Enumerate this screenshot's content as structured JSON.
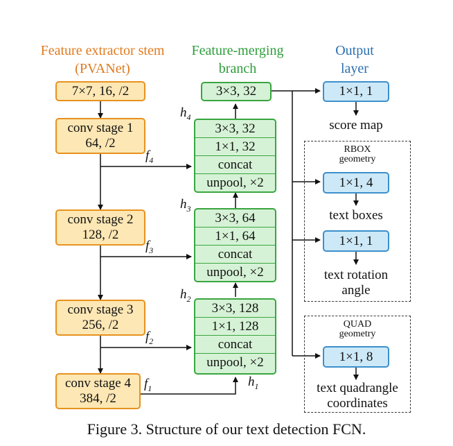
{
  "headers": {
    "extractor": "Feature extractor stem (PVANet)",
    "merging": "Feature-merging branch",
    "output": "Output layer"
  },
  "extractor": {
    "input": "7×7, 16, /2",
    "stage1": [
      "conv stage 1",
      "64, /2"
    ],
    "stage2": [
      "conv stage 2",
      "128, /2"
    ],
    "stage3": [
      "conv stage 3",
      "256, /2"
    ],
    "stage4": [
      "conv stage 4",
      "384, /2"
    ]
  },
  "merging": {
    "top": "3×3, 32",
    "block4": [
      "3×3, 32",
      "1×1, 32",
      "concat",
      "unpool, ×2"
    ],
    "block3": [
      "3×3, 64",
      "1×1, 64",
      "concat",
      "unpool, ×2"
    ],
    "block2": [
      "3×3, 128",
      "1×1, 128",
      "concat",
      "unpool, ×2"
    ]
  },
  "labels": {
    "f4": "f",
    "f4_sub": "4",
    "f3": "f",
    "f3_sub": "3",
    "f2": "f",
    "f2_sub": "2",
    "f1": "f",
    "f1_sub": "1",
    "h4": "h",
    "h4_sub": "4",
    "h3": "h",
    "h3_sub": "3",
    "h2": "h",
    "h2_sub": "2",
    "h1": "h",
    "h1_sub": "1"
  },
  "output": {
    "score_conv": "1×1, 1",
    "score_label": "score map",
    "rbox_title": "RBOX",
    "rbox_subtitle": "geometry",
    "boxes_conv": "1×1, 4",
    "boxes_label": "text boxes",
    "angle_conv": "1×1, 1",
    "angle_label_1": "text rotation",
    "angle_label_2": "angle",
    "quad_title": "QUAD",
    "quad_subtitle": "geometry",
    "quad_conv": "1×1, 8",
    "quad_label_1": "text quadrangle",
    "quad_label_2": "coordinates"
  },
  "caption": "Figure 3. Structure of our text detection FCN.",
  "colors": {
    "orange_fill": "#fde7b4",
    "orange_border": "#e6921e",
    "green_fill": "#d6f2d6",
    "green_border": "#38a53f",
    "blue_fill": "#cde9f8",
    "blue_border": "#3c8fcb"
  }
}
